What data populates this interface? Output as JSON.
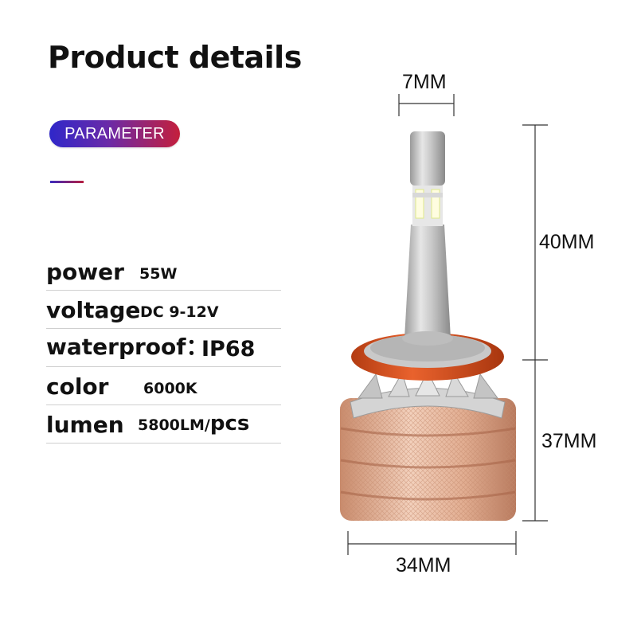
{
  "title": "Product details",
  "badge": "PARAMETER",
  "specs": [
    {
      "label": "power",
      "value": "55W"
    },
    {
      "label": "voltage",
      "value": "DC 9-12V"
    },
    {
      "label": "waterproof：",
      "value": "IP68"
    },
    {
      "label": "color",
      "value": "6000K"
    },
    {
      "label": "lumen",
      "value": "5800LM/",
      "value_suffix": "pcs"
    }
  ],
  "dimensions": {
    "top_width": "7MM",
    "upper_height": "40MM",
    "lower_height": "37MM",
    "base_width": "34MM"
  },
  "colors": {
    "badge_start": "#2f27c9",
    "badge_end": "#c41f3c",
    "ring": "#d9501f",
    "heatsink": "#e8b79a"
  }
}
